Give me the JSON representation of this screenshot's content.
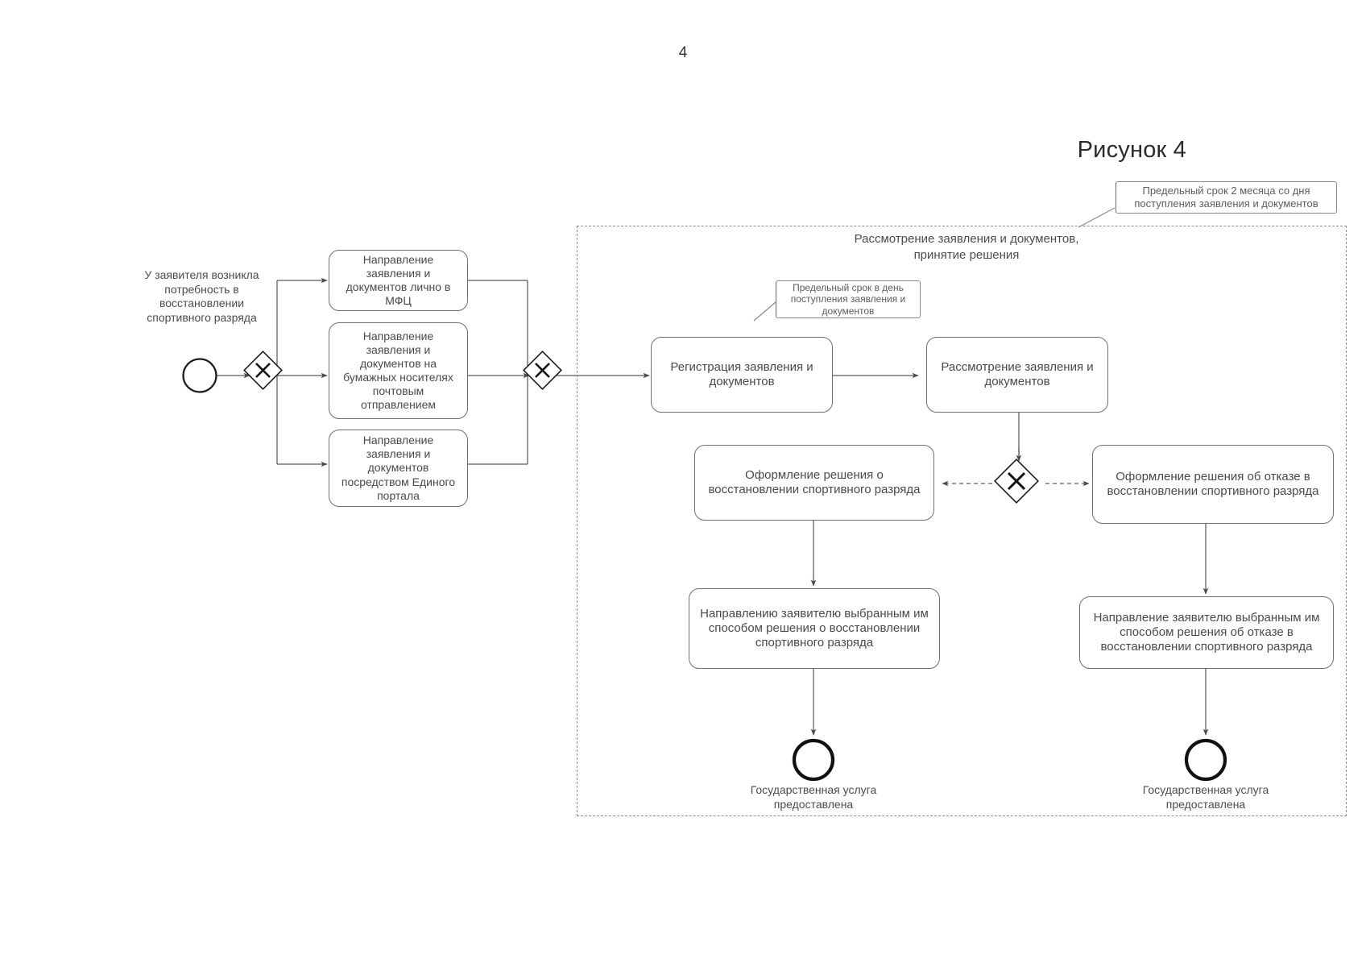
{
  "document": {
    "page_number": "4",
    "figure_title": "Рисунок 4"
  },
  "colors": {
    "stroke": "#6f6f6f",
    "text": "#4a4a4a",
    "dark_stroke": "#1d1d1d",
    "pool_border": "#8c8c8c"
  },
  "start_event": {
    "label": "У заявителя возникла потребность в восстановлении спортивного разряда",
    "icon": "start-event-circle"
  },
  "gateways": [
    {
      "name": "split-gateway",
      "type": "exclusive",
      "icon": "gateway-x-icon"
    },
    {
      "name": "join-gateway",
      "type": "exclusive",
      "icon": "gateway-x-icon"
    },
    {
      "name": "decision-gateway",
      "type": "exclusive",
      "icon": "gateway-x-icon"
    }
  ],
  "submission_tasks": [
    {
      "id": "mfc",
      "label": "Направление заявления и документов лично в МФЦ"
    },
    {
      "id": "post",
      "label": "Направление заявления и документов на бумажных носителях почтовым отправлением"
    },
    {
      "id": "portal",
      "label": "Направление заявления и документов посредством Единого портала"
    }
  ],
  "pool": {
    "label": "Рассмотрение заявления и документов, принятие решения"
  },
  "annotations": [
    {
      "id": "deadline-overall",
      "label": "Предельный срок 2 месяца со дня поступления заявления и документов"
    },
    {
      "id": "deadline-registration",
      "label": "Предельный срок в день поступления заявления и документов"
    }
  ],
  "process_tasks": [
    {
      "id": "registration",
      "label": "Регистрация заявления и документов"
    },
    {
      "id": "review",
      "label": "Рассмотрение заявления и документов"
    },
    {
      "id": "decision-approve",
      "label": "Оформление решения о восстановлении спортивного разряда"
    },
    {
      "id": "decision-refuse",
      "label": "Оформление решения об отказе в восстановлении спортивного разряда"
    },
    {
      "id": "send-approve",
      "label": "Направлению заявителю выбранным им способом решения о восстановлении спортивного разряда"
    },
    {
      "id": "send-refuse",
      "label": "Направление  заявителю выбранным им способом решения об отказе в восстановлении спортивного разряда"
    }
  ],
  "end_events": [
    {
      "id": "end-approve",
      "label": "Государственная услуга предоставлена",
      "icon": "end-event-circle"
    },
    {
      "id": "end-refuse",
      "label": "Государственная услуга предоставлена",
      "icon": "end-event-circle"
    }
  ]
}
